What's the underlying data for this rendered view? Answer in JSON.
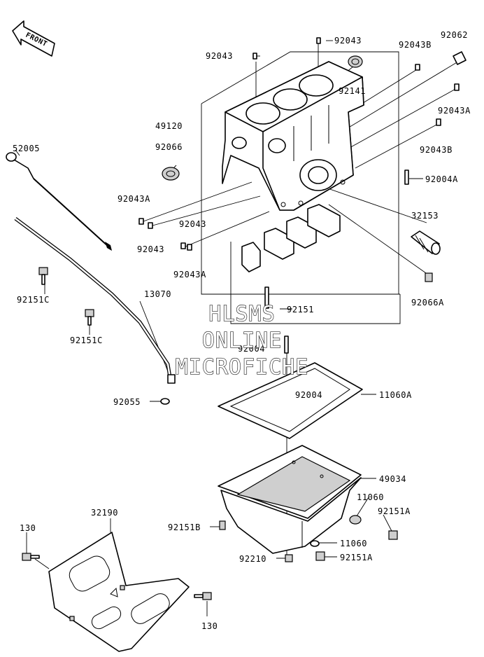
{
  "front_marker": "FRONT",
  "watermark": [
    "HLSMS",
    "ONLINE",
    "MICROFICHE"
  ],
  "part_labels": [
    "92043",
    "92043",
    "92043B",
    "92062",
    "92141",
    "49120",
    "92043A",
    "92066",
    "92043B",
    "52005",
    "92004A",
    "92043A",
    "32153",
    "92043",
    "92043",
    "92043A",
    "92066A",
    "92151",
    "92151C",
    "13070",
    "92151C",
    "92004",
    "92004",
    "11060A",
    "92055",
    "49034",
    "11060",
    "92151A",
    "32190",
    "130",
    "92151B",
    "11060",
    "92210",
    "92151A",
    "130"
  ]
}
